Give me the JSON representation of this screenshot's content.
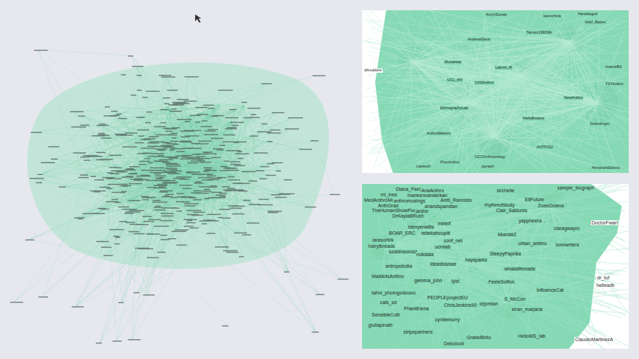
{
  "diagram": {
    "labels": [
      "Diana_Pardo",
      "AnaAnthro",
      "sirchelle",
      "sample_bicgraph",
      "mi_ines",
      "marleenvanderkan",
      "MedAnthroMonash",
      "anthromusings",
      "Antti_Rannisto",
      "EllFuture",
      "AnthGrad",
      "anandspandian",
      "rhythmofstudy",
      "ZoeeDoleva",
      "TheHumanShowPod",
      "janjlor",
      "Clair_Sablunis",
      "DrKaylaBRush",
      "meleif",
      "ldenyerwillis",
      "yappheera",
      "ciaragwayro",
      "DoctorFwart",
      "BOAR_ERC",
      "rebekahcupitt",
      "kkande2",
      "larasortirk",
      "conf_net",
      "urban_anthro",
      "lonnwriters",
      "hairytbreads",
      "szabinaorosz",
      "ucmlab",
      "nokdata",
      "SleepyPaprika",
      "haysparks",
      "antropolodia",
      "ideasbazaar",
      "whatalifemade",
      "dr_tuf",
      "MattArtsAnthro",
      "gemma_john",
      "FeeleSoffon",
      "lyisl",
      "helleadh",
      "InfluenceCat",
      "tahni_photogodoooo",
      "PEOPLEprojectEU",
      "S_McCon",
      "cats_sd",
      "ChrisJenkins90",
      "drjcmtan",
      "PhantElena",
      "kiran_marjaria",
      "SensibleCulti",
      "cynitemurry",
      "giuliapinatti",
      "HelloMS_lab",
      "GrabelBrito",
      "ClaudioMartinezA",
      "stripepartners",
      "Debolooli",
      "AmyVDonde",
      "kannchina",
      "Handdogod",
      "Tamsin1992Mk",
      "AndrewDavis",
      "Muttahida",
      "UCL_AN",
      "CASAnthro",
      "dlfreddwre",
      "EthnographyLab",
      "AnthroMatters",
      "Lakrsh_M",
      "UCCAnthropology",
      "ANTP022",
      "PrecAnthro",
      "jayraph",
      "Lawtech",
      "AlexandraDanou",
      "NewAnthro",
      "HelleBrowne",
      "ImaineBS",
      "Vikkf_Baden",
      "TSTAnthro",
      "Debottingm"
    ]
  }
}
